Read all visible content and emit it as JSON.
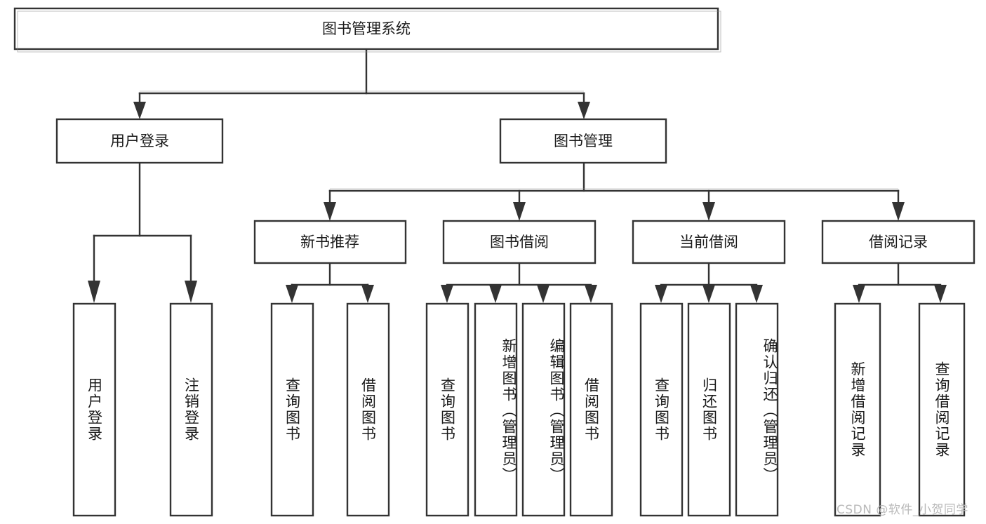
{
  "diagram": {
    "kind": "functional-structure-tree",
    "root": {
      "id": "root",
      "label": "图书管理系统",
      "orientation": "horizontal"
    },
    "level2": [
      {
        "id": "user-login",
        "label": "用户登录",
        "orientation": "horizontal"
      },
      {
        "id": "book-manage",
        "label": "图书管理",
        "orientation": "horizontal"
      }
    ],
    "level3": [
      {
        "id": "new-book-rec",
        "label": "新书推荐",
        "orientation": "horizontal",
        "parent": "book-manage"
      },
      {
        "id": "book-borrow",
        "label": "图书借阅",
        "orientation": "horizontal",
        "parent": "book-manage"
      },
      {
        "id": "current-borrow",
        "label": "当前借阅",
        "orientation": "horizontal",
        "parent": "book-manage"
      },
      {
        "id": "borrow-record",
        "label": "借阅记录",
        "orientation": "horizontal",
        "parent": "book-manage"
      }
    ],
    "leaves": [
      {
        "id": "leaf-user-login",
        "label": "用户登录",
        "orientation": "vertical",
        "parent": "user-login"
      },
      {
        "id": "leaf-user-logout",
        "label": "注销登录",
        "orientation": "vertical",
        "parent": "user-login"
      },
      {
        "id": "leaf-rec-query-book",
        "label": "查询图书",
        "orientation": "vertical",
        "parent": "new-book-rec"
      },
      {
        "id": "leaf-rec-borrow-book",
        "label": "借阅图书",
        "orientation": "vertical",
        "parent": "new-book-rec"
      },
      {
        "id": "leaf-borrow-query-book",
        "label": "查询图书",
        "orientation": "vertical",
        "parent": "book-borrow"
      },
      {
        "id": "leaf-borrow-add-book",
        "label": "新增图书（管理员）",
        "orientation": "vertical",
        "parent": "book-borrow"
      },
      {
        "id": "leaf-borrow-edit-book",
        "label": "编辑图书（管理员）",
        "orientation": "vertical",
        "parent": "book-borrow"
      },
      {
        "id": "leaf-borrow-borrow-book",
        "label": "借阅图书",
        "orientation": "vertical",
        "parent": "book-borrow"
      },
      {
        "id": "leaf-current-query-book",
        "label": "查询图书",
        "orientation": "vertical",
        "parent": "current-borrow"
      },
      {
        "id": "leaf-current-return-book",
        "label": "归还图书",
        "orientation": "vertical",
        "parent": "current-borrow"
      },
      {
        "id": "leaf-current-confirm-return",
        "label": "确认归还（管理员）",
        "orientation": "vertical",
        "parent": "current-borrow"
      },
      {
        "id": "leaf-record-add",
        "label": "新增借阅记录",
        "orientation": "vertical",
        "parent": "borrow-record"
      },
      {
        "id": "leaf-record-query",
        "label": "查询借阅记录",
        "orientation": "vertical",
        "parent": "borrow-record"
      }
    ]
  },
  "watermark": {
    "text": "CSDN @软件_小贺同学"
  },
  "colors": {
    "background": "#ffffff",
    "box_fill": "#ffffff",
    "box_stroke": "#333333",
    "connector": "#333333",
    "text": "#1a1a1a",
    "watermark": "#b9b9b9"
  }
}
